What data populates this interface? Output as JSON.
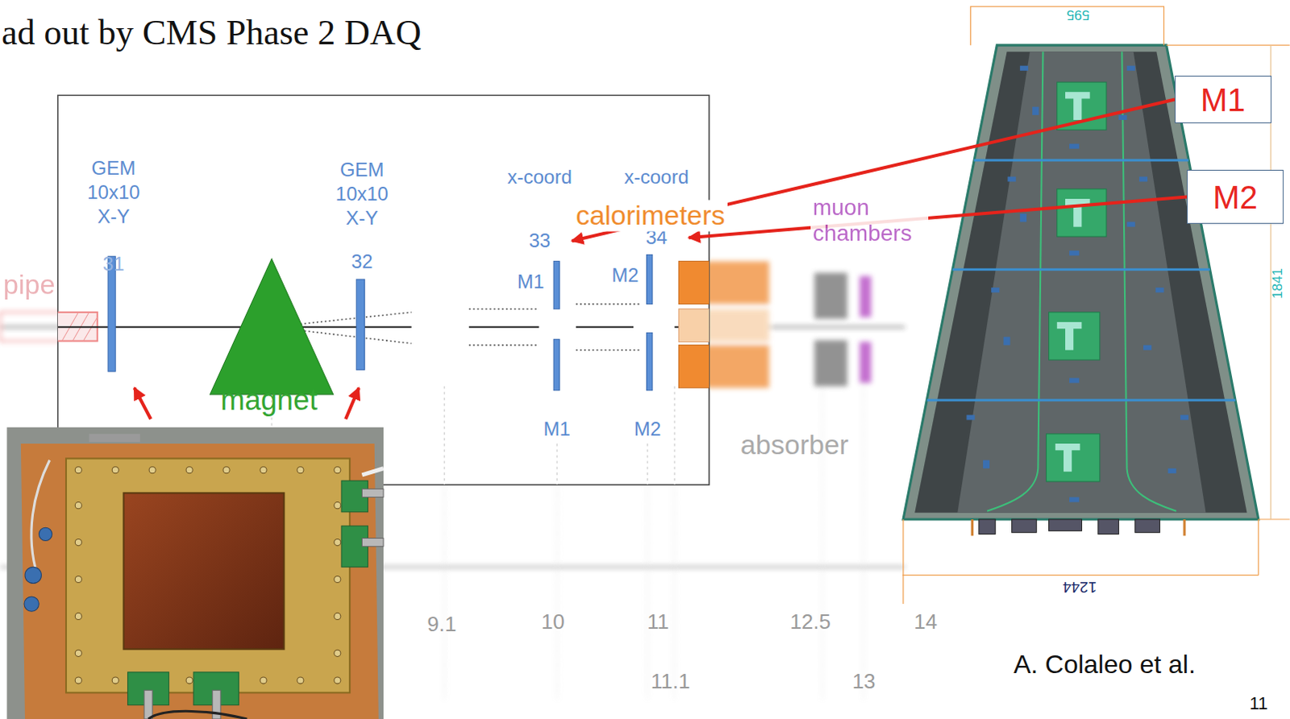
{
  "diagram": {
    "title": "ad out by CMS Phase 2 DAQ",
    "nodes": [
      {
        "text": [
          "GEM 10x10 X-Y",
          "31"
        ]
      },
      {
        "text": [
          "GEM 10x10 X-Y",
          "32"
        ]
      },
      {
        "text": [
          "x-coord",
          "33"
        ]
      },
      {
        "text": [
          "x-coord",
          "34"
        ]
      },
      {
        "text": [
          "M1"
        ]
      },
      {
        "text": [
          "M2"
        ]
      }
    ],
    "edges": [
      {
        "from": 4,
        "to": 2,
        "arrow": "to"
      },
      {
        "from": 5,
        "to": 3,
        "arrow": "to"
      }
    ],
    "labels": [
      "pipe",
      "magnet",
      "M1",
      "M2",
      "M1",
      "M2",
      "calorimeters",
      "muon chambers",
      "absorber",
      "9.1",
      "10",
      "11",
      "12.5",
      "14",
      "11.1",
      "13",
      "595",
      "1841",
      "1244",
      "A. Colaleo et al.",
      "11"
    ]
  }
}
